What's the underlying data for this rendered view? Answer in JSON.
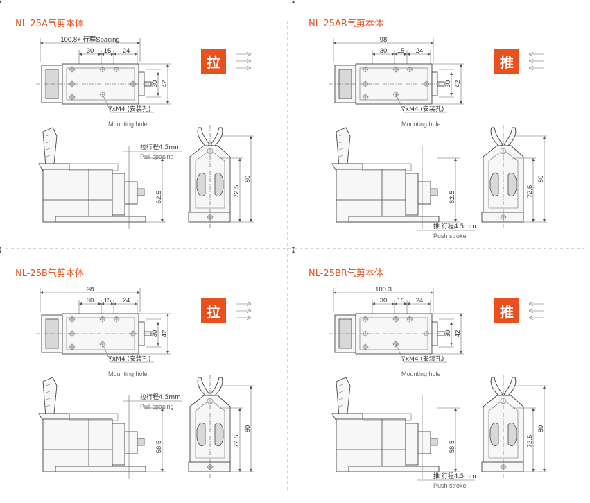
{
  "colors": {
    "accent": "#e8501e",
    "line": "#444444",
    "divider": "#aaaaaa"
  },
  "panels": [
    {
      "title": "NL-25A气剪本体",
      "mode": "拉",
      "arrow_direction": "right",
      "top_width": "100.8+ 行程Spacing",
      "spacing": [
        "30",
        "15",
        "24"
      ],
      "height_inner": "30",
      "height_outer": "42",
      "mount_cn": "7xM4 (安装孔)",
      "mount_en": "Mounting hole",
      "stroke_cn": "拉行程4.5mm",
      "stroke_en": "Pull spacing",
      "side_height": "62.5",
      "front_inner": "72.5",
      "front_outer": "80"
    },
    {
      "title": "NL-25AR气剪本体",
      "mode": "推",
      "arrow_direction": "left",
      "top_width": "98",
      "spacing": [
        "30",
        "15",
        "24"
      ],
      "height_inner": "30",
      "height_outer": "42",
      "mount_cn": "7xM4 (安装孔)",
      "mount_en": "Mounting hole",
      "stroke_cn": "推 行程4.5mm",
      "stroke_en": "Push stroke",
      "side_height": "62.5",
      "front_inner": "72.5",
      "front_outer": "80"
    },
    {
      "title": "NL-25B气剪本体",
      "mode": "拉",
      "arrow_direction": "right",
      "top_width": "98",
      "spacing": [
        "30",
        "15",
        "24"
      ],
      "height_inner": "30",
      "height_outer": "42",
      "mount_cn": "7xM4 (安装孔)",
      "mount_en": "Mounting hole",
      "stroke_cn": "拉行程4.5mm",
      "stroke_en": "Pull spacing",
      "side_height": "58.5",
      "front_inner": "72.5",
      "front_outer": "80"
    },
    {
      "title": "NL-25BR气剪本体",
      "mode": "推",
      "arrow_direction": "left",
      "top_width": "100.3",
      "spacing": [
        "30",
        "15",
        "24"
      ],
      "height_inner": "30",
      "height_outer": "42",
      "mount_cn": "7xM4 (安装孔)",
      "mount_en": "Mounting hole",
      "stroke_cn": "推 行程4.5mm",
      "stroke_en": "Push stroke",
      "side_height": "58.5",
      "front_inner": "72.5",
      "front_outer": "80"
    }
  ]
}
